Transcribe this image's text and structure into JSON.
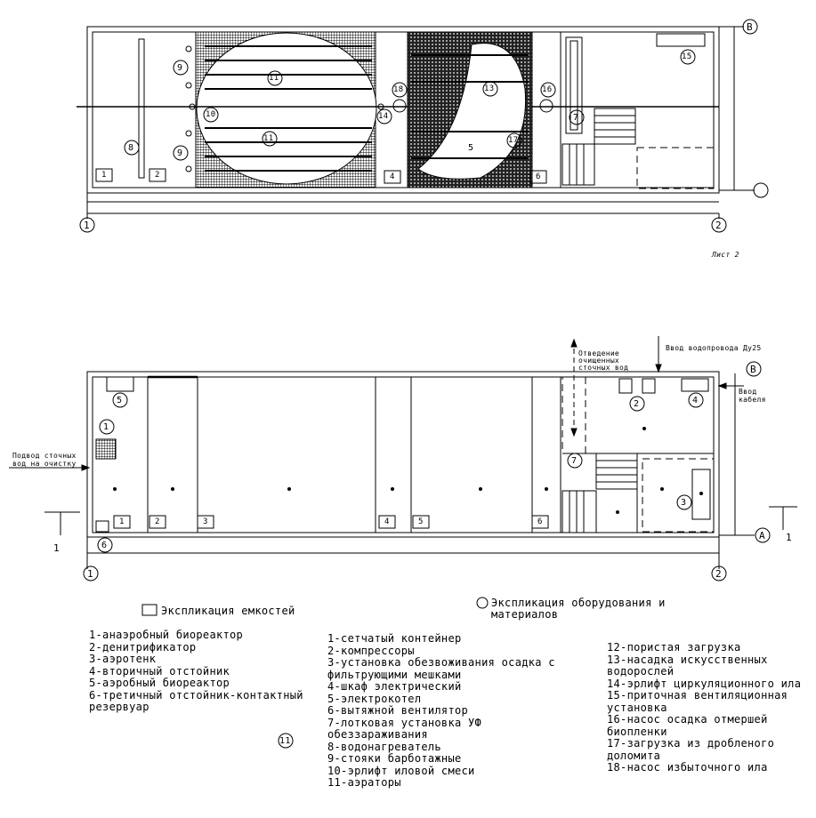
{
  "sheet_label": "Лист 2",
  "top_plan": {
    "axis_left": "1",
    "axis_right": "2",
    "axis_b": "В",
    "tank_numbers": [
      "1",
      "2",
      "4",
      "5",
      "6"
    ],
    "equipment_numbers": [
      "8",
      "9",
      "9",
      "10",
      "11",
      "11",
      "13",
      "14",
      "15",
      "16",
      "17",
      "18",
      "7"
    ]
  },
  "bottom_plan": {
    "axis_left": "1",
    "axis_right": "2",
    "axis_b": "В",
    "axis_a": "А",
    "section_mark": "1",
    "tank_numbers": [
      "1",
      "2",
      "3",
      "4",
      "5",
      "6"
    ],
    "equipment_numbers": [
      "5",
      "1",
      "2",
      "4",
      "3",
      "7",
      "6"
    ],
    "note_wastewater_in": "Подвод сточных вод на очистку",
    "note_treated_out": "Отведение очищенных сточных вод",
    "note_water_supply": "Ввод водопровода Ду25",
    "note_cable": "Ввод кабеля"
  },
  "legend": {
    "tanks_title": "Экспликация емкостей",
    "equipment_title": "Экспликация оборудования и материалов",
    "tanks": [
      "1-анаэробный биореактор",
      "2-денитрификатор",
      "3-аэротенк",
      "4-вторичный отстойник",
      "5-аэробный биореактор",
      "6-третичный отстойник-контактный резервуар"
    ],
    "equipment_a": [
      "1-сетчатый контейнер",
      "2-компрессоры",
      "3-установка обезвоживания осадка с фильтрующими мешками",
      "4-шкаф электрический",
      "5-электрокотел",
      "6-вытяжной вентилятор",
      "7-лотковая установка УФ обеззараживания",
      "8-водонагреватель",
      "9-стояки барботажные",
      "10-эрлифт иловой смеси",
      "11-аэраторы"
    ],
    "equipment_b": [
      "12-пористая загрузка",
      "13-насадка искусственных водорослей",
      "14-эрлифт циркуляционного ила",
      "15-приточная вентиляционная установка",
      "16-насос осадка отмершей биопленки",
      "17-загрузка из дробленого доломита",
      "18-насос избыточного ила"
    ],
    "stray_mark": "11"
  }
}
